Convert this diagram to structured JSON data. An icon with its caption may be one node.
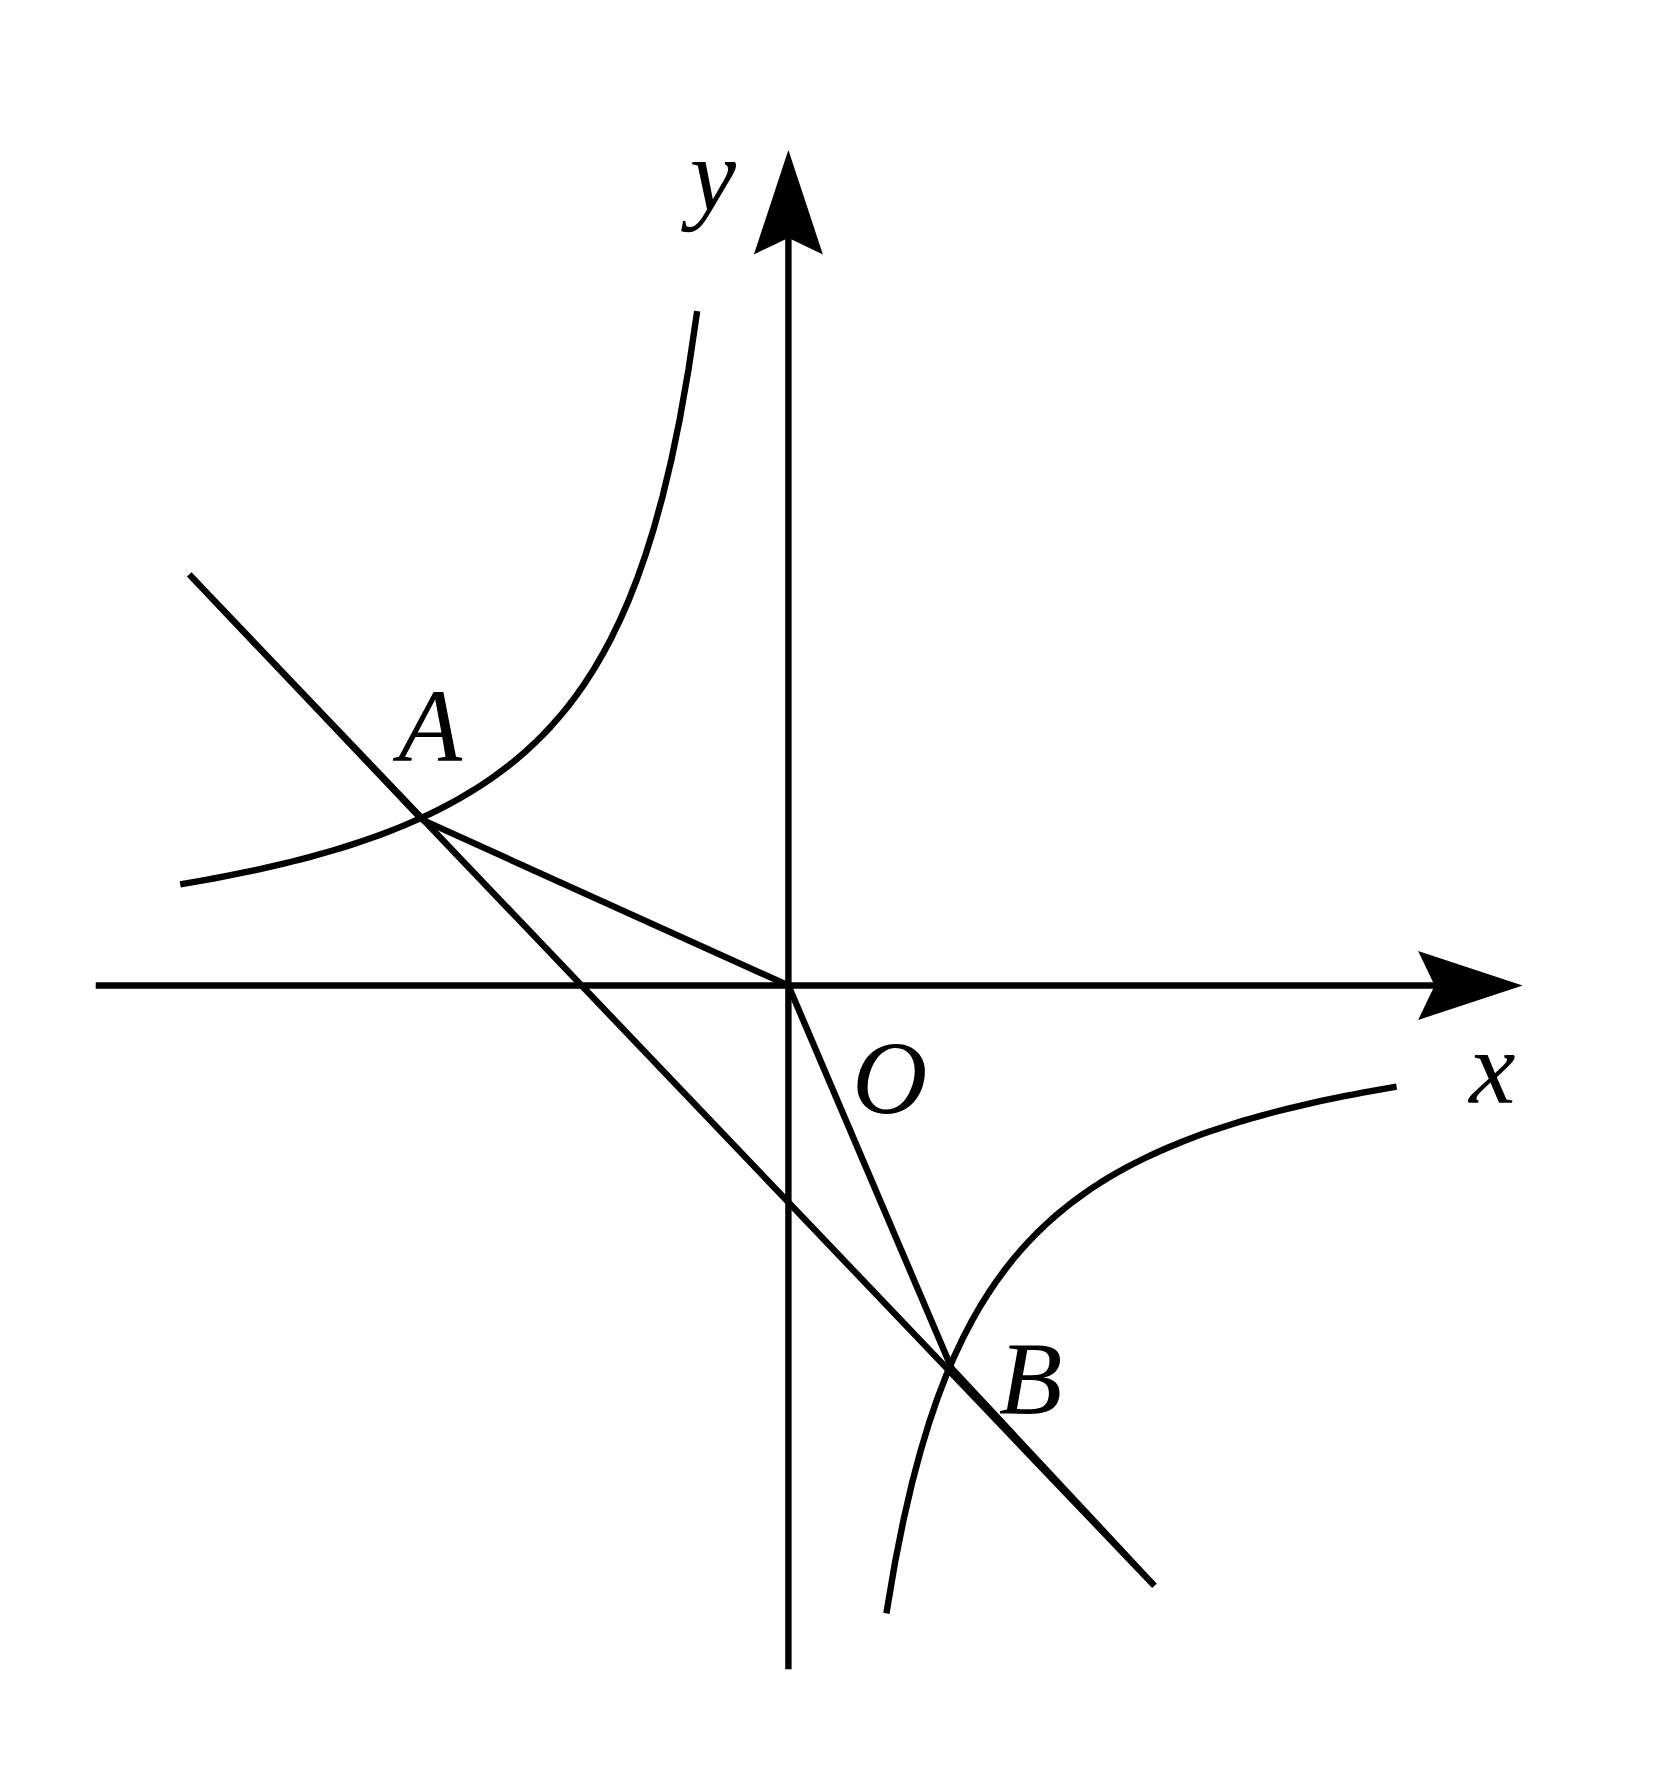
{
  "diagram": {
    "nodes": [
      {
        "text": [
          "A"
        ]
      },
      {
        "text": [
          "O"
        ]
      },
      {
        "text": [
          "B"
        ]
      }
    ],
    "edges": [
      {
        "from": 1,
        "to": 0,
        "arrow": "none"
      },
      {
        "from": 1,
        "to": 2,
        "arrow": "none"
      },
      {
        "from": 0,
        "to": 2,
        "arrow": "none"
      }
    ],
    "labels": [
      "y",
      "x"
    ]
  }
}
